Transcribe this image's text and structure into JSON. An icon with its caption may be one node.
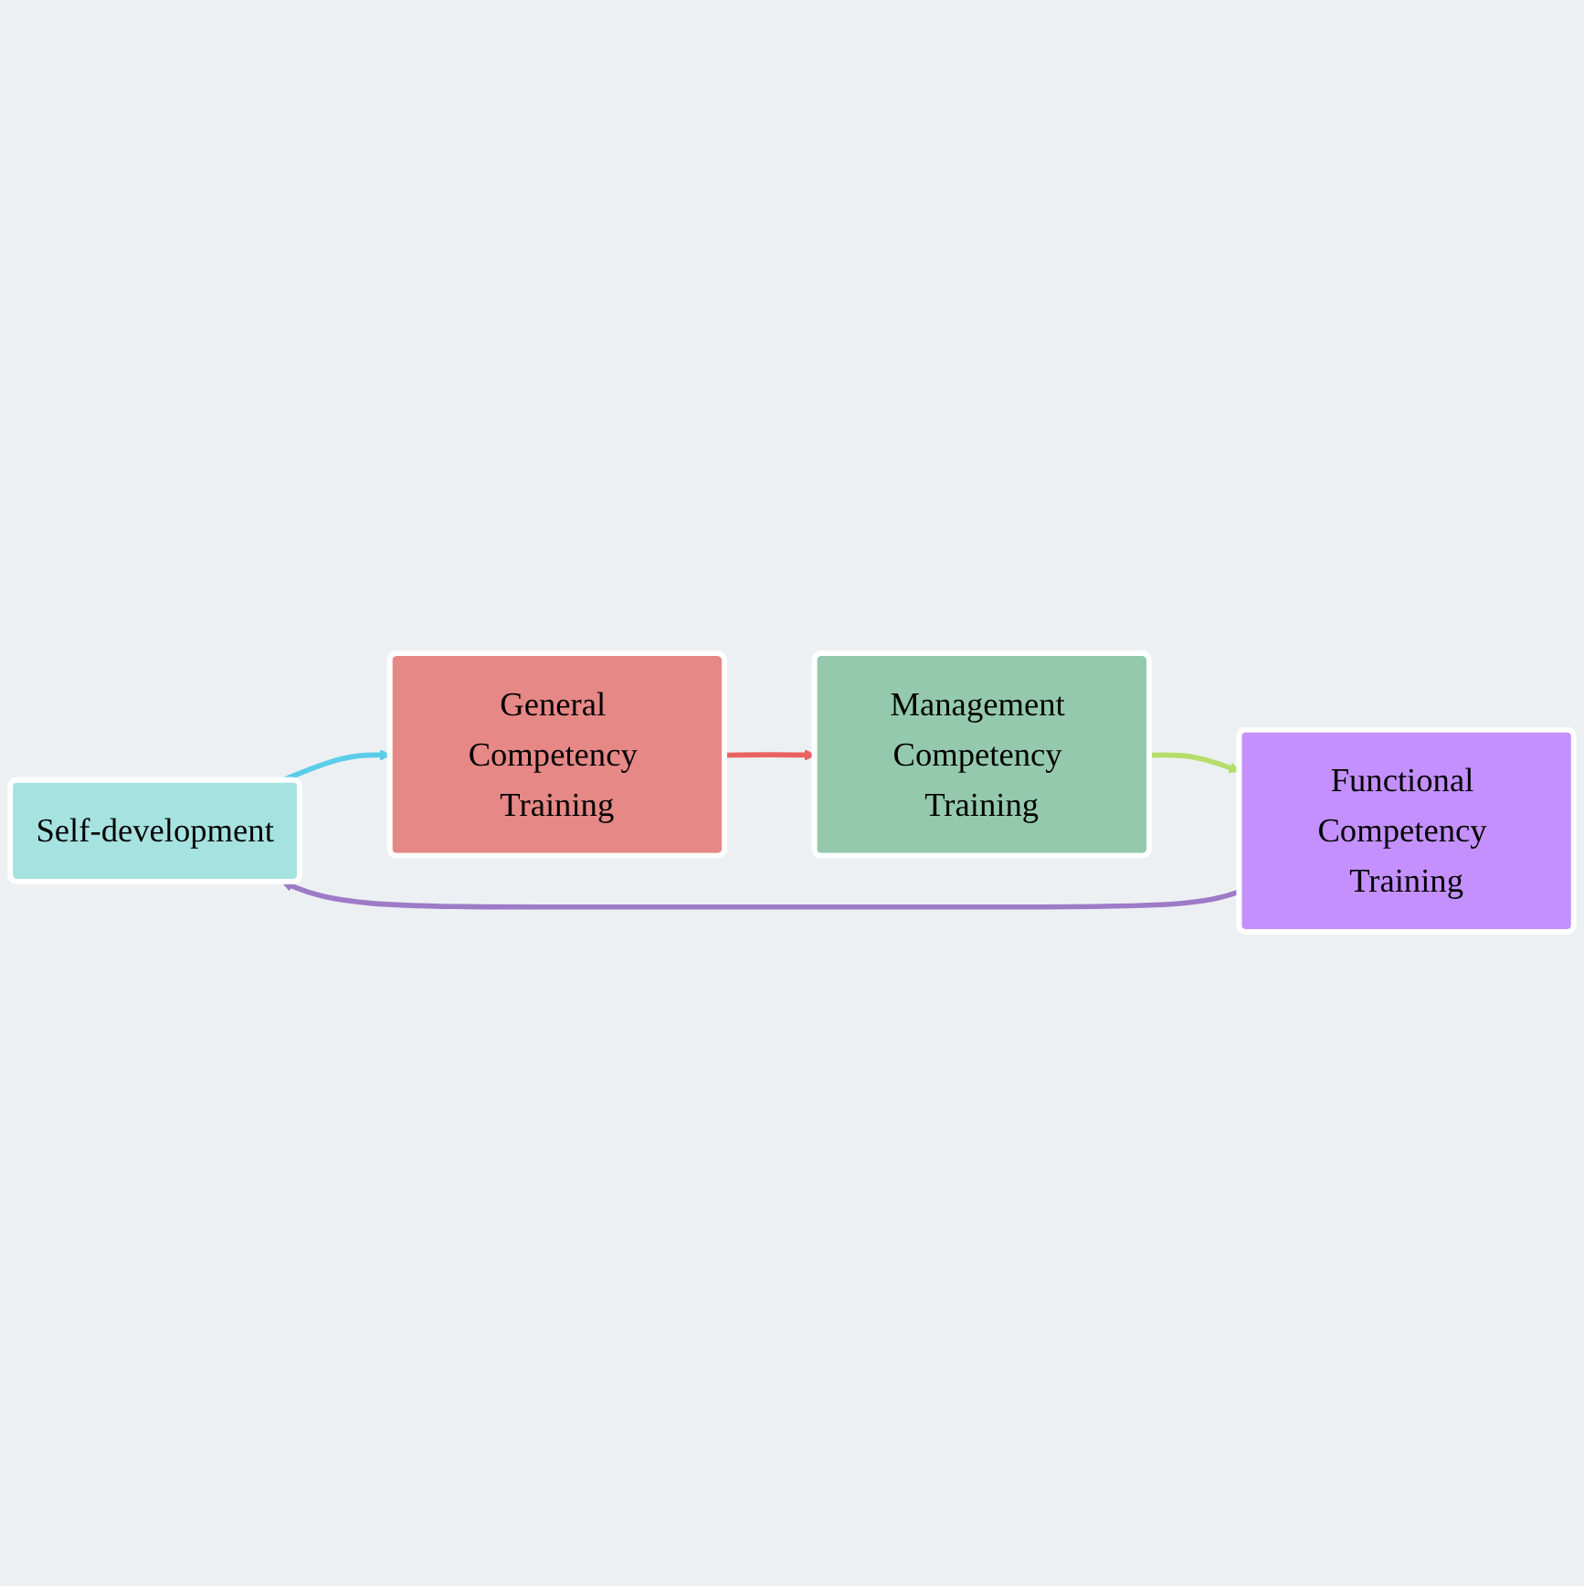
{
  "diagram": {
    "nodes": [
      {
        "text": [
          "Self-development"
        ]
      },
      {
        "text": [
          "General Competency Training"
        ]
      },
      {
        "text": [
          "Management Competency Training"
        ]
      },
      {
        "text": [
          "Functional Competency Training"
        ]
      }
    ],
    "edges": [
      {
        "from": 0,
        "to": 1,
        "arrow": "to",
        "color": "#5bcdea"
      },
      {
        "from": 1,
        "to": 2,
        "arrow": "to",
        "color": "#ea6362"
      },
      {
        "from": 2,
        "to": 3,
        "arrow": "to",
        "color": "#b6dd6a"
      },
      {
        "from": 3,
        "to": 0,
        "arrow": "to",
        "color": "#9d7bc7"
      }
    ]
  }
}
